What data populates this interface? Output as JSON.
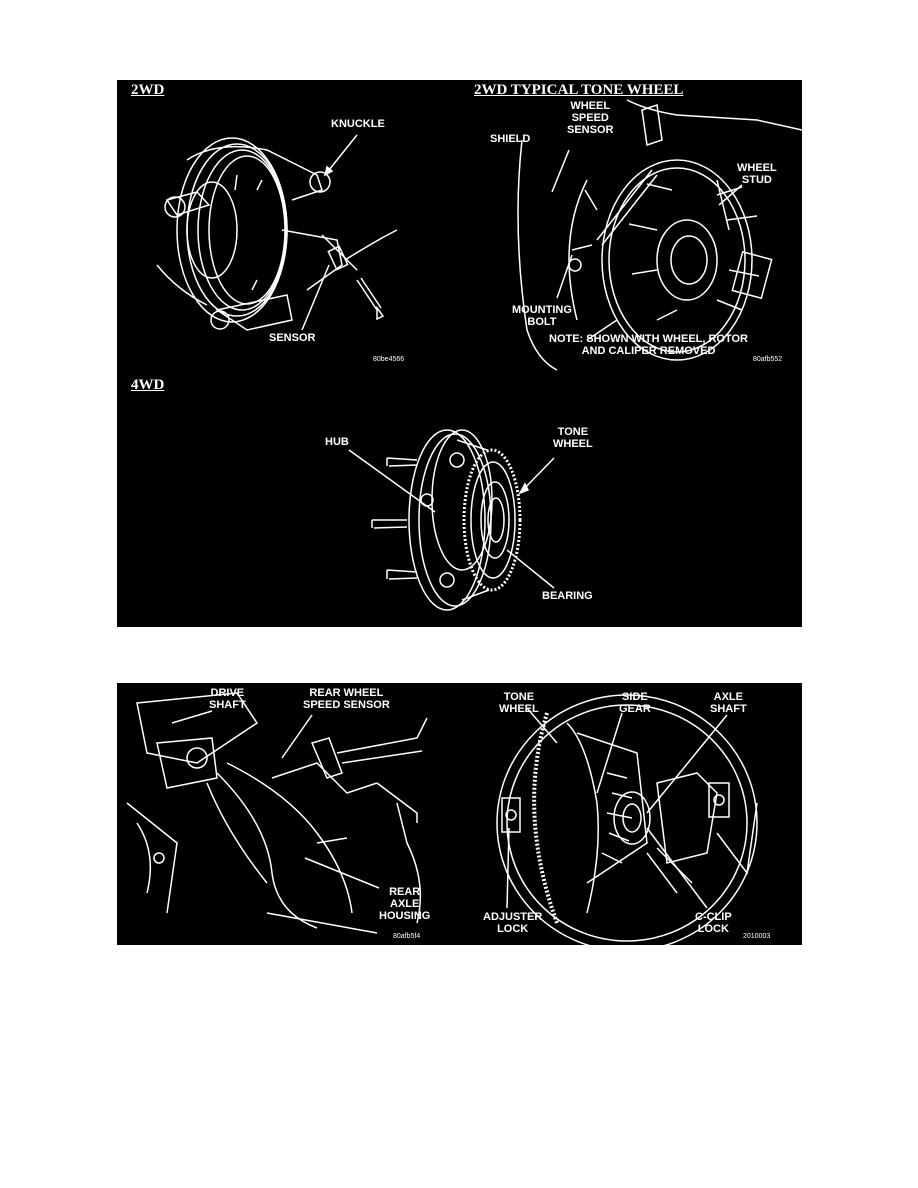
{
  "figure_top": {
    "section_2wd": {
      "header": "2WD",
      "labels": {
        "knuckle": "KNUCKLE",
        "sensor": "SENSOR"
      },
      "code": "80be4566"
    },
    "section_tone_wheel": {
      "header": "2WD TYPICAL TONE WHEEL",
      "labels": {
        "wheel_speed_sensor": "WHEEL\nSPEED\nSENSOR",
        "shield": "SHIELD",
        "wheel_stud": "WHEEL\nSTUD",
        "mounting_bolt": "MOUNTING\nBOLT",
        "note": "NOTE: SHOWN WITH WHEEL, ROTOR\nAND CALIPER REMOVED"
      },
      "code": "80afb552"
    },
    "section_4wd": {
      "header": "4WD",
      "labels": {
        "hub": "HUB",
        "tone_wheel": "TONE\nWHEEL",
        "bearing": "BEARING"
      }
    }
  },
  "figure_bottom": {
    "left": {
      "labels": {
        "drive_shaft": "DRIVE\nSHAFT",
        "rear_wheel_speed_sensor": "REAR WHEEL\nSPEED SENSOR",
        "rear_axle_housing": "REAR\nAXLE\nHOUSING"
      },
      "code": "80afb5f4"
    },
    "right": {
      "labels": {
        "tone_wheel": "TONE\nWHEEL",
        "side_gear": "SIDE\nGEAR",
        "axle_shaft": "AXLE\nSHAFT",
        "adjuster_lock": "ADJUSTER\nLOCK",
        "c_clip_lock": "C-CLIP\nLOCK"
      },
      "code": "2010003"
    }
  }
}
